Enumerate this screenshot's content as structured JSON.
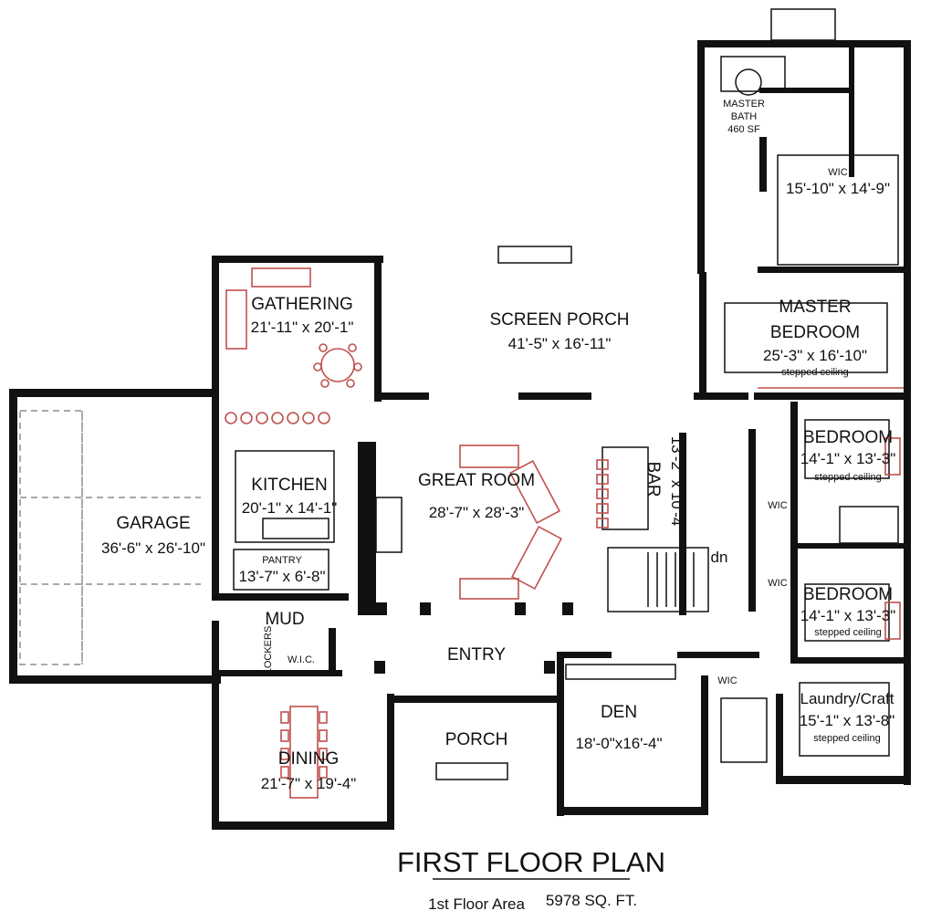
{
  "title": "FIRST FLOOR PLAN",
  "area_label": "1st Floor Area",
  "area_value": "5978 SQ. FT.",
  "rooms": {
    "master_bath": {
      "name1": "MASTER",
      "name2": "BATH",
      "area": "460 SF"
    },
    "wic_master": {
      "name": "WIC",
      "dim": "15'-10\" x 14'-9\""
    },
    "master_bedroom": {
      "name1": "MASTER",
      "name2": "BEDROOM",
      "dim": "25'-3\" x 16'-10\"",
      "note": "stepped ceiling"
    },
    "gathering": {
      "name": "GATHERING",
      "dim": "21'-11\" x 20'-1\""
    },
    "screen_porch": {
      "name": "SCREEN PORCH",
      "dim": "41'-5\" x 16'-11\""
    },
    "bedroom1": {
      "name": "BEDROOM",
      "dim": "14'-1\" x 13'-3\"",
      "note": "stepped ceiling"
    },
    "bedroom2": {
      "name": "BEDROOM",
      "dim": "14'-1\" x 13'-3\"",
      "note": "stepped ceiling"
    },
    "wic_a": {
      "name": "WIC"
    },
    "wic_b": {
      "name": "WIC"
    },
    "wic_c": {
      "name": "WIC"
    },
    "kitchen": {
      "name": "KITCHEN",
      "dim": "20'-1\" x 14'-1\""
    },
    "pantry": {
      "name": "PANTRY",
      "dim": "13'-7\" x 6'-8\""
    },
    "great_room": {
      "name": "GREAT ROOM",
      "dim": "28'-7\" x 28'-3\""
    },
    "bar": {
      "name": "BAR",
      "dim": "13'-2\" x 10'-4\""
    },
    "stair": {
      "label": "dn"
    },
    "garage": {
      "name": "GARAGE",
      "dim": "36'-6\" x 26'-10\""
    },
    "mud": {
      "name": "MUD",
      "lockers": "LOCKERS",
      "wic": "W.I.C."
    },
    "entry": {
      "name": "ENTRY"
    },
    "laundry": {
      "name": "Laundry/Craft",
      "dim": "15'-1\" x 13'-8\"",
      "note": "stepped ceiling"
    },
    "den": {
      "name": "DEN",
      "dim": "18'-0\"x16'-4\""
    },
    "porch": {
      "name": "PORCH"
    },
    "dining": {
      "name": "DINING",
      "dim": "21'-7\" x 19'-4\""
    }
  }
}
